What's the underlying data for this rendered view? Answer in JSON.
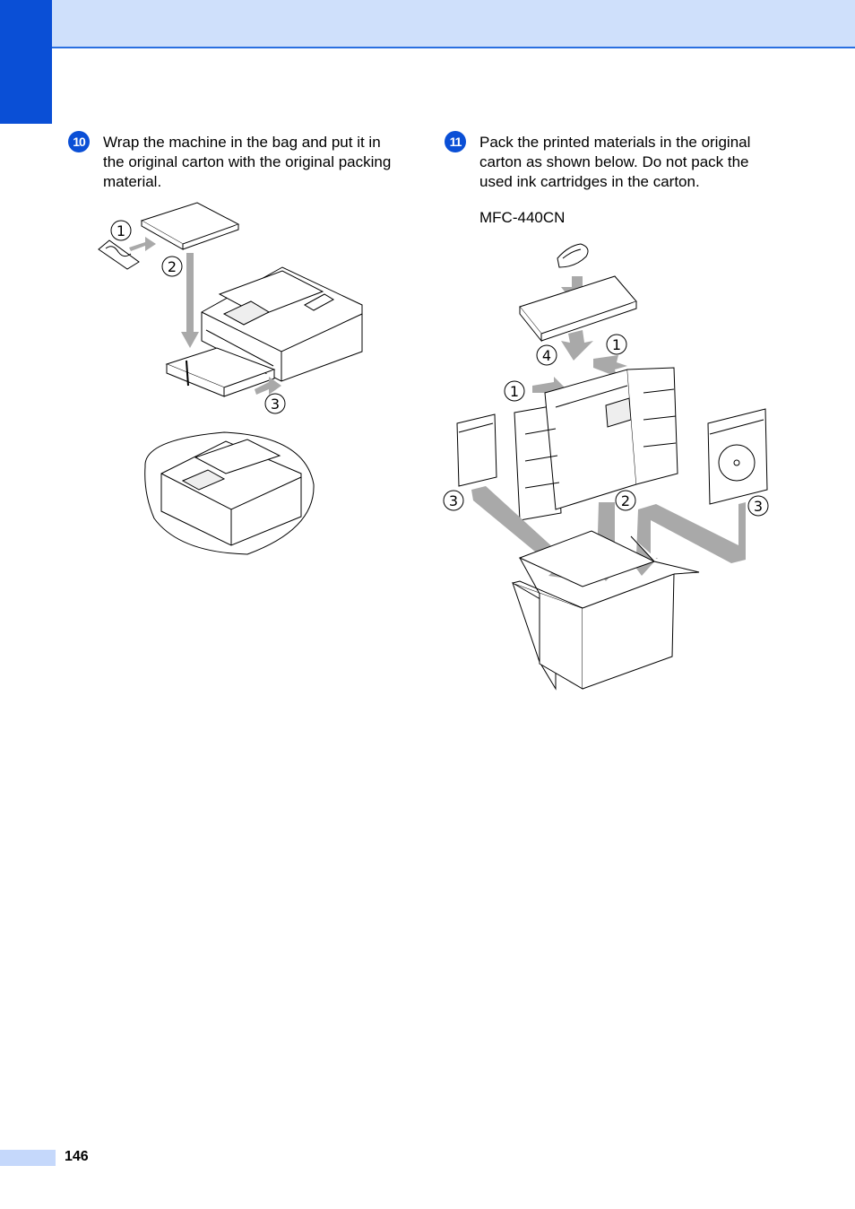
{
  "steps": [
    {
      "number": "10",
      "text": "Wrap the machine in the bag and put it in the original carton with the original packing material."
    },
    {
      "number": "11",
      "text": "Pack the printed materials in the original carton as shown below. Do not pack the used ink cartridges in the carton."
    }
  ],
  "figure_right": {
    "model": "MFC-440CN"
  },
  "callouts": {
    "c1": "1",
    "c2": "2",
    "c3": "3",
    "c4": "4"
  },
  "footer": {
    "page_number": "146"
  },
  "colors": {
    "accent": "#0a4fd6",
    "header": "#cfe0fb",
    "arrow": "#a9a9a9"
  }
}
